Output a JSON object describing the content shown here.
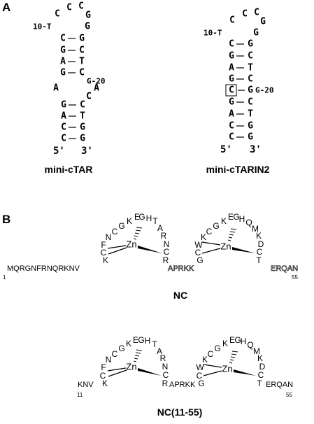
{
  "panels": {
    "a": {
      "label": "A"
    },
    "b": {
      "label": "B"
    }
  },
  "rna": {
    "left": {
      "caption": "mini-cTAR",
      "loop": [
        "C",
        "C",
        "C",
        "G"
      ],
      "t10_label": "10-T",
      "g_loop": "G",
      "upper_stem": [
        [
          "C",
          "G"
        ],
        [
          "G",
          "C"
        ],
        [
          "A",
          "T"
        ],
        [
          "G",
          "C"
        ]
      ],
      "g20_label": "G-20",
      "bulge_left": "A",
      "bulge_right": "A",
      "bulge_c": "C",
      "lower_stem": [
        [
          "G",
          "C"
        ],
        [
          "A",
          "T"
        ],
        [
          "C",
          "G"
        ],
        [
          "C",
          "G"
        ]
      ],
      "end5": "5'",
      "end3": "3'"
    },
    "right": {
      "caption": "mini-cTARIN2",
      "loop": [
        "C",
        "C",
        "C",
        "G"
      ],
      "t10_label": "10-T",
      "g_loop": "G",
      "stem": [
        [
          "C",
          "G"
        ],
        [
          "G",
          "C"
        ],
        [
          "A",
          "T"
        ],
        [
          "G",
          "C"
        ],
        [
          "C",
          "G"
        ],
        [
          "G",
          "C"
        ],
        [
          "A",
          "T"
        ],
        [
          "C",
          "G"
        ],
        [
          "C",
          "G"
        ]
      ],
      "g20_label": "G-20",
      "end5": "5'",
      "end3": "3'"
    }
  },
  "protein": {
    "nc": {
      "caption": "NC",
      "n_term": "MQRGNFRNQRKNV",
      "n_index": "1",
      "finger1": [
        "K",
        "C",
        "F",
        "N",
        "C",
        "G",
        "K",
        "E",
        "G",
        "H",
        "T",
        "A",
        "R",
        "N",
        "C",
        "R"
      ],
      "linker": "APRKK",
      "finger2": [
        "G",
        "C",
        "W",
        "K",
        "C",
        "G",
        "K",
        "E",
        "G",
        "H",
        "Q",
        "M",
        "K",
        "D",
        "C",
        "T"
      ],
      "c_term": "ERQAN",
      "c_index": "55",
      "zn": "Zn"
    },
    "nc1155": {
      "caption": "NC(11-55)",
      "n_term": "KNV",
      "n_index": "11",
      "finger1": [
        "K",
        "C",
        "F",
        "N",
        "C",
        "G",
        "K",
        "E",
        "G",
        "H",
        "T",
        "A",
        "R",
        "N",
        "C",
        "R"
      ],
      "linker": "APRKK",
      "finger2": [
        "G",
        "C",
        "W",
        "K",
        "C",
        "G",
        "K",
        "E",
        "G",
        "H",
        "Q",
        "M",
        "K",
        "D",
        "C",
        "T"
      ],
      "c_term": "ERQAN",
      "c_index": "55",
      "zn": "Zn"
    }
  }
}
